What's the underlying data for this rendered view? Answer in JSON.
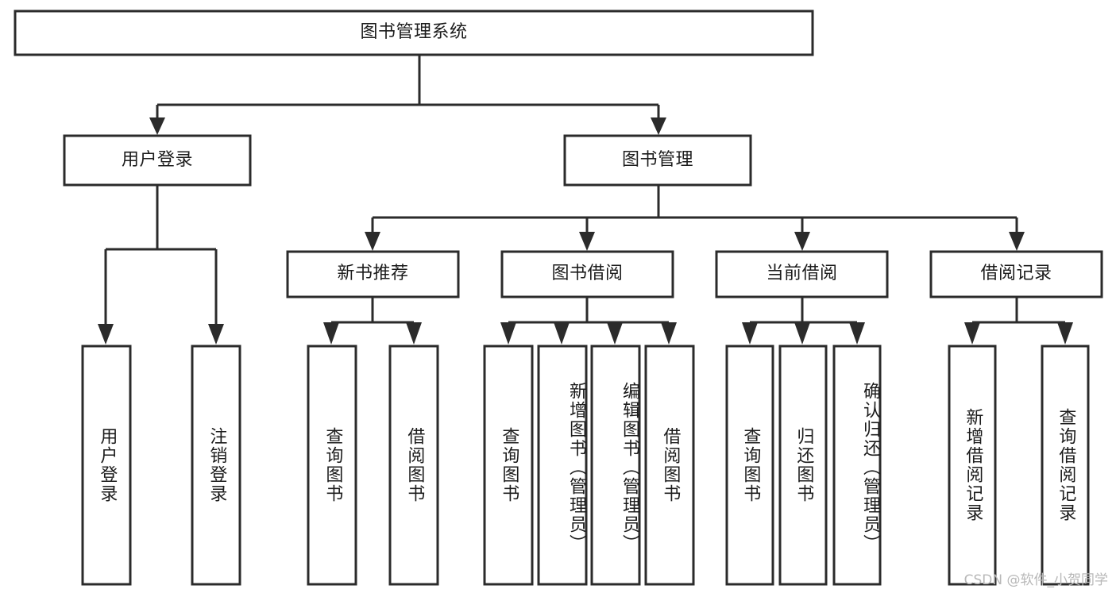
{
  "diagram": {
    "title": "图书管理系统",
    "watermark": "CSDN @软件_小贺同学",
    "colors": {
      "stroke": "#2b2b2b",
      "fill": "#ffffff",
      "text": "#1c1c1c",
      "watermark": "#b8b8b8"
    },
    "root": {
      "label": "图书管理系统"
    },
    "level2": [
      {
        "label": "用户登录"
      },
      {
        "label": "图书管理"
      }
    ],
    "level3": [
      {
        "label": "新书推荐"
      },
      {
        "label": "图书借阅"
      },
      {
        "label": "当前借阅"
      },
      {
        "label": "借阅记录"
      }
    ],
    "leaves": {
      "user_login": [
        {
          "label": "用户登录"
        },
        {
          "label": "注销登录"
        }
      ],
      "new_book": [
        {
          "label": "查询图书"
        },
        {
          "label": "借阅图书"
        }
      ],
      "book_borrow": [
        {
          "label": "查询图书"
        },
        {
          "label": "新增图书（管理员）"
        },
        {
          "label": "编辑图书（管理员）"
        },
        {
          "label": "借阅图书"
        }
      ],
      "current_borrow": [
        {
          "label": "查询图书"
        },
        {
          "label": "归还图书"
        },
        {
          "label": "确认归还（管理员）"
        }
      ],
      "borrow_record": [
        {
          "label": "新增借阅记录"
        },
        {
          "label": "查询借阅记录"
        }
      ]
    }
  }
}
